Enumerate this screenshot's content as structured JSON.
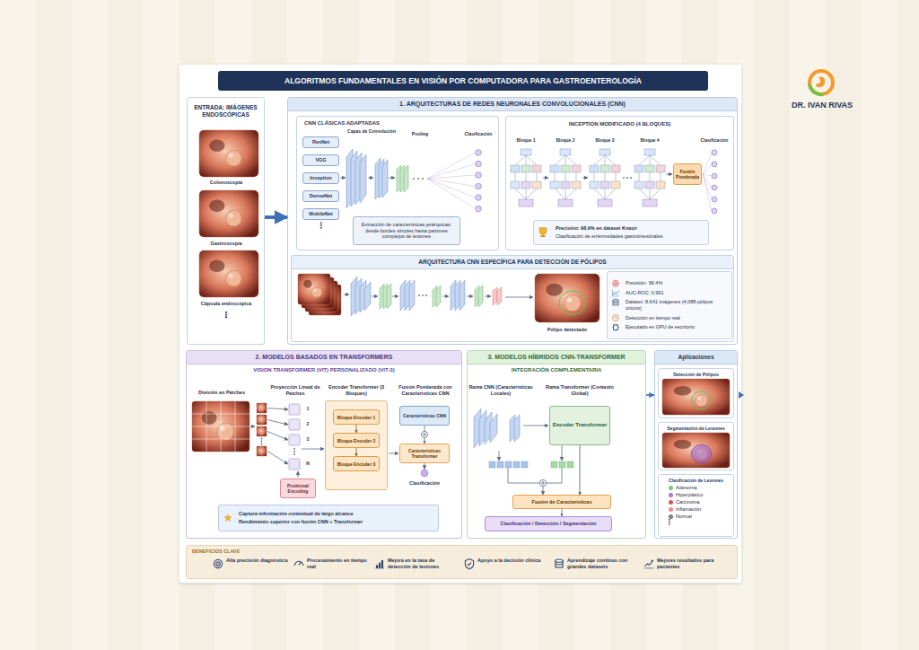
{
  "diagram": {
    "title": "ALGORITMOS FUNDAMENTALES EN VISIÓN POR COMPUTADORA PARA GASTROENTEROLOGÍA",
    "nodes": [
      {
        "text": [
          "ENTRADA: IMÁGENES ENDOSCÓPICAS"
        ]
      },
      {
        "text": [
          "1. ARQUITECTURAS DE REDES NEURONALES CONVOLUCIONALES (CNN)"
        ]
      },
      {
        "text": [
          "CNN CLÁSICAS ADAPTADAS"
        ],
        "in": 1
      },
      {
        "text": [
          "ResNet"
        ],
        "in": 2
      },
      {
        "text": [
          "VGG"
        ],
        "in": 2
      },
      {
        "text": [
          "Inception"
        ],
        "in": 2
      },
      {
        "text": [
          "DenseNet"
        ],
        "in": 2
      },
      {
        "text": [
          "MobileNet"
        ],
        "in": 2
      },
      {
        "text": [
          "Extracción de características jerárquicas: desde bordes simples hasta patrones complejos de lesiones"
        ],
        "in": 2
      },
      {
        "text": [
          "INCEPTION MODIFICADO (4 BLOQUES)"
        ],
        "in": 1
      },
      {
        "text": [
          "Fusión Ponderada"
        ],
        "in": 9
      },
      {
        "text": [
          "Precisión: 98.9% en dataset Kvasir",
          "Clasificación de enfermedades gastrointestinales"
        ],
        "in": 9
      },
      {
        "text": [
          "ARQUITECTURA CNN ESPECÍFICA PARA DETECCIÓN DE PÓLIPOS"
        ],
        "in": 1
      },
      {
        "text": [
          "Precisión: 96.4%",
          "AUC-ROC: 0.991",
          "Dataset: 8,641 imágenes (4,088 pólipos únicos)",
          "Detección en tiempo real",
          "Ejecutado en GPU de escritorio"
        ],
        "in": 12
      },
      {
        "text": [
          "2. MODELOS BASADOS EN TRANSFORMERS",
          "VISION TRANSFORMER (VIT) PERSONALIZADO (VIT-3)"
        ]
      },
      {
        "text": [
          "Positional Encoding"
        ],
        "in": 14
      },
      {
        "text": [
          "Encoder Transformer (3 Bloques)"
        ],
        "in": 14
      },
      {
        "text": [
          "Bloque Encoder 1"
        ],
        "in": 16
      },
      {
        "text": [
          "Bloque Encoder 2"
        ],
        "in": 16
      },
      {
        "text": [
          "Bloque Encoder 3"
        ],
        "in": 16
      },
      {
        "text": [
          "Características CNN"
        ],
        "in": 14
      },
      {
        "text": [
          "Características Transformer"
        ],
        "in": 14
      },
      {
        "text": [
          "Captura información contextual de largo alcance",
          "Rendimiento superior con fusión CNN + Transformer"
        ],
        "in": 14
      },
      {
        "text": [
          "3. MODELOS HÍBRIDOS CNN-TRANSFORMER",
          "INTEGRACIÓN COMPLEMENTARIA"
        ]
      },
      {
        "text": [
          "Encoder Transformer"
        ],
        "in": 23
      },
      {
        "text": [
          "Fusión de Características"
        ],
        "in": 23
      },
      {
        "text": [
          "Clasificación / Detección / Segmentación"
        ],
        "in": 23
      },
      {
        "text": [
          "Aplicaciones"
        ]
      },
      {
        "text": [
          "Detección de Pólipos"
        ],
        "in": 27
      },
      {
        "text": [
          "Segmentación de Lesiones"
        ],
        "in": 27
      },
      {
        "text": [
          "Clasificación de Lesiones"
        ],
        "in": 27
      },
      {
        "text": [
          "BENEFICIOS CLAVE"
        ]
      }
    ],
    "edges": [
      {
        "from": 0,
        "to": 1,
        "arrow": "to"
      },
      {
        "from": 17,
        "to": 18,
        "arrow": "to"
      },
      {
        "from": 18,
        "to": 19,
        "arrow": "to"
      },
      {
        "from": 20,
        "to": 21,
        "arrow": "to"
      },
      {
        "from": 24,
        "to": 25,
        "arrow": "to"
      },
      {
        "from": 25,
        "to": 26,
        "arrow": "to"
      },
      {
        "from": 23,
        "to": 27,
        "arrow": "to"
      }
    ],
    "labels": [
      "Colonoscopía",
      "Gastroscopía",
      "Cápsula endoscópica",
      "⋮",
      "Capas de Convolución",
      "Pooling",
      "Clasificación",
      "⋮",
      "Bloque 1",
      "Bloque 2",
      "Bloque 3",
      "Bloque 4",
      "Clasificación",
      "Pólipo detectado",
      "División en Patches",
      "Proyección Lineal de Patches",
      "1",
      "2",
      "3",
      "N",
      "Fusión Ponderada con Características CNN",
      "Clasificación",
      "Rama CNN (Características Locales)",
      "Rama Transformer (Contexto Global)",
      "Alta precisión diagnóstica",
      "Procesamiento en tiempo real",
      "Mejora en la tasa de detección de lesiones",
      "Apoyo a la decisión clínica",
      "Aprendizaje continuo con grandes datasets",
      "Mejores resultados para pacientes",
      "⋮",
      "DR. IVAN RIVAS"
    ],
    "legend": [
      {
        "text": "Adenoma",
        "color": "#7cc47f"
      },
      {
        "text": "Hiperplásico",
        "color": "#a47fd0"
      },
      {
        "text": "Carcinoma",
        "color": "#d9534f"
      },
      {
        "text": "Inflamación",
        "color": "#ef8a8a"
      },
      {
        "text": "Normal",
        "color": "#7a7f8a"
      }
    ]
  }
}
